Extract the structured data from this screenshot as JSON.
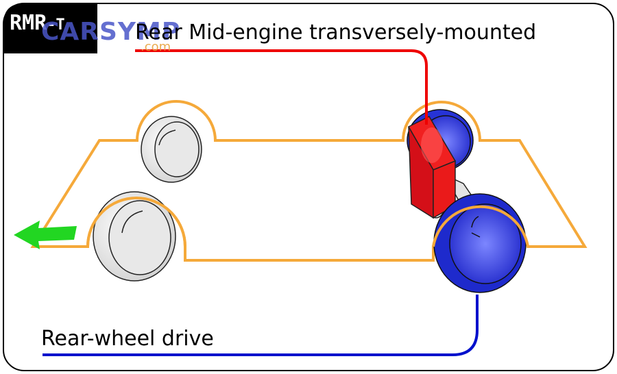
{
  "badge": {
    "main": "RMR",
    "suffix": "-T"
  },
  "watermark": {
    "text": "CARSYMP",
    "sub": ".com"
  },
  "labels": {
    "engine_layout": "Rear Mid-engine transversely-mounted",
    "drive": "Rear-wheel drive"
  },
  "colors": {
    "frame": "#000000",
    "body_outline": "#f5a93a",
    "engine": "#e8101a",
    "driven_wheels": "#1a28d8",
    "front_wheels": "#e2e2e2",
    "direction_arrow": "#22d622",
    "engine_line": "#ee0000",
    "drive_line": "#0010cc"
  },
  "icons": {
    "direction": "left-arrow-icon"
  }
}
